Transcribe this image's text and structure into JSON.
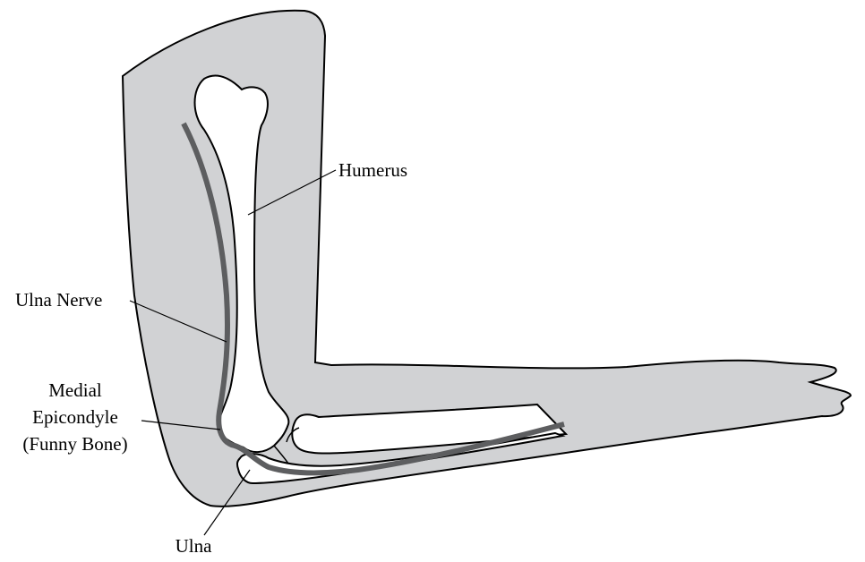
{
  "diagram": {
    "labels": {
      "humerus": "Humerus",
      "ulna_nerve": "Ulna Nerve",
      "medial_epicondyle_line1": "Medial",
      "medial_epicondyle_line2": "Epicondyle",
      "medial_epicondyle_line3": "(Funny Bone)",
      "ulna": "Ulna"
    },
    "colors": {
      "skin": "#d1d2d4",
      "bone": "#ffffff",
      "nerve": "#5d5e60",
      "outline": "#000000"
    }
  }
}
